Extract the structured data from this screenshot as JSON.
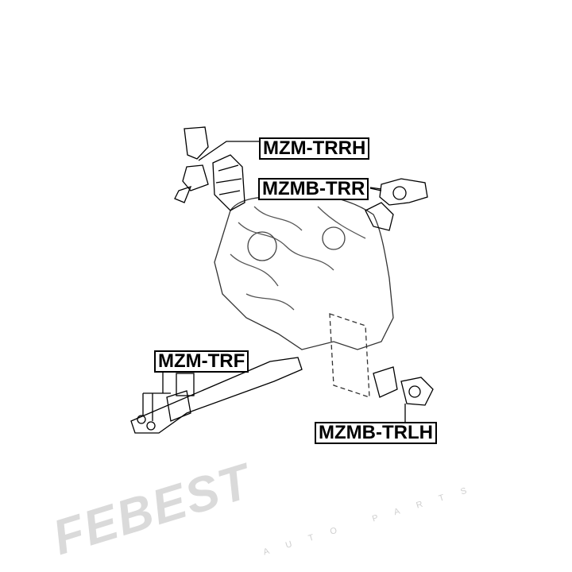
{
  "watermark": {
    "brand": "FEBEST",
    "sub": "AUTO PARTS"
  },
  "labels": {
    "rear_right_mount": "MZM-TRRH",
    "rear_right_bushing": "MZMB-TRR",
    "front_mount": "MZM-TRF",
    "rear_left_bushing": "MZMB-TRLH"
  }
}
